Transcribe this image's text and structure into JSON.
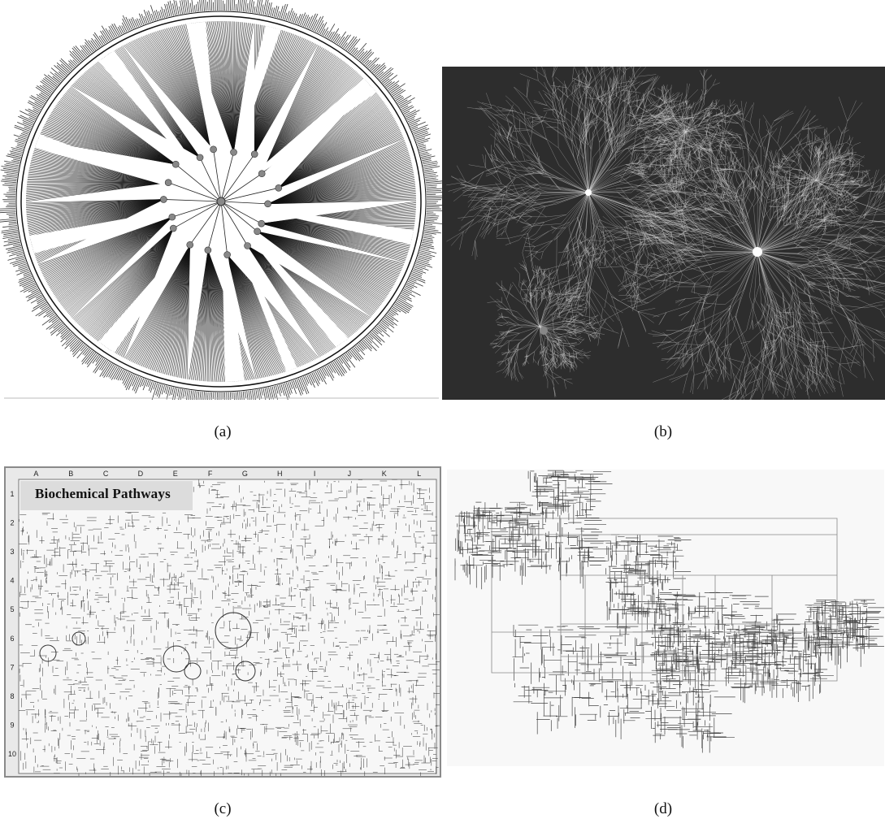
{
  "captions": {
    "a": "(a)",
    "b": "(b)",
    "c": "(c)",
    "d": "(d)"
  },
  "panel_c": {
    "title": "Biochemical Pathways",
    "columns": [
      "A",
      "B",
      "C",
      "D",
      "E",
      "F",
      "G",
      "H",
      "I",
      "J",
      "K",
      "L"
    ],
    "rows": [
      "1",
      "2",
      "3",
      "4",
      "5",
      "6",
      "7",
      "8",
      "9",
      "10"
    ]
  },
  "colors": {
    "dark_bg": "#2d2d2d",
    "sheet_bg": "#e9e9e9",
    "ink": "#111111"
  }
}
